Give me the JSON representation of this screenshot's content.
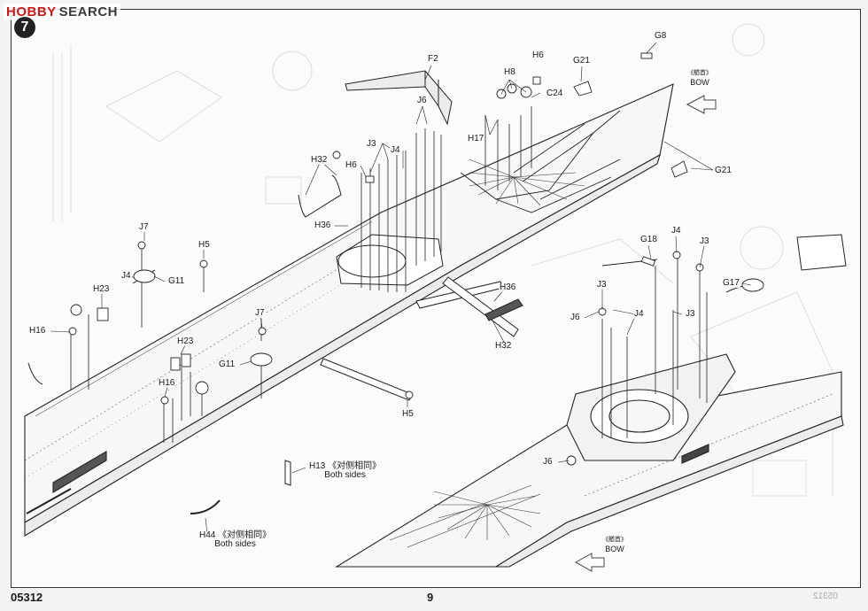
{
  "header": {
    "logo_part1": "HOBBY",
    "logo_part2": "SEARCH"
  },
  "step": {
    "number": "7"
  },
  "labels": [
    "F2",
    "G8",
    "H6",
    "G21",
    "H8",
    "C24",
    "J6",
    "H17",
    "J3",
    "J4",
    "H32",
    "H6",
    "G21",
    "H36",
    "J7",
    "H5",
    "J4",
    "G11",
    "H23",
    "H36",
    "J7",
    "H16",
    "H23",
    "H32",
    "G11",
    "H16",
    "H5",
    "G18",
    "J4",
    "J3",
    "J3",
    "G17",
    "J4",
    "J3",
    "J6",
    "J6"
  ],
  "callouts": {
    "h13": {
      "part": "H13",
      "note_cn": "《对侧相同》",
      "note_en": "Both sides"
    },
    "h44": {
      "part": "H44",
      "note_cn": "《对侧相同》",
      "note_en": "Both sides"
    }
  },
  "bow": {
    "upper": {
      "cn": "《艏首》",
      "en": "BOW"
    },
    "lower": {
      "cn": "《艏首》",
      "en": "BOW"
    }
  },
  "footer": {
    "kit_code": "05312",
    "page_number": "9",
    "mirrored_code": "05312"
  }
}
